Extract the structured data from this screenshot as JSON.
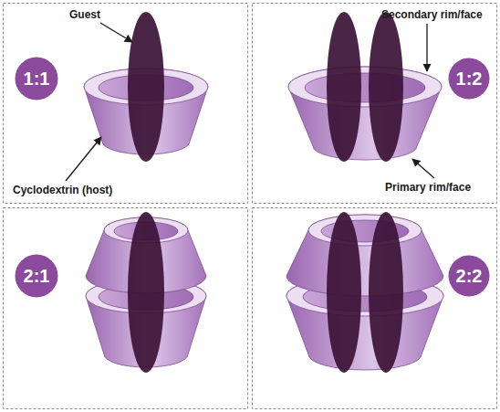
{
  "diagram": {
    "nodes": [
      {
        "text": [
          "1:1"
        ]
      },
      {
        "text": [
          "1:2"
        ]
      },
      {
        "text": [
          "2:1"
        ]
      },
      {
        "text": [
          "2:2"
        ]
      }
    ],
    "labels": [
      "Guest",
      "Cyclodextrin (host)",
      "Secondary rim/face",
      "Primary rim/face"
    ]
  }
}
